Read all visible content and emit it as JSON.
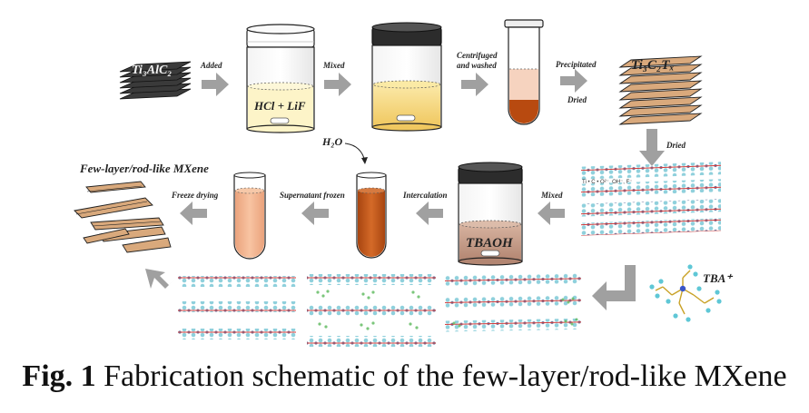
{
  "labels": {
    "ti3alc2": "Ti₃AlC₂",
    "hcl_lif": "HCl + LiF",
    "ti3c2tx": "Ti₃C₂Tₓ",
    "tbaoh": "TBAOH",
    "tba": "TBA⁺",
    "water": "H₂O",
    "product": "Few-layer/rod-like MXene",
    "legend": "Ti • C • O²⁻, OH⁻, F⁻"
  },
  "steps": {
    "added": "Added",
    "mixed": "Mixed",
    "centrifuged_1": "Centrifuged",
    "centrifuged_2": "and washed",
    "precipitated": "Precipitated",
    "dried_1": "Dried",
    "dried_2": "Dried",
    "mixed_2": "Mixed",
    "intercalation": "Intercalation",
    "supernatant": "Supernatant frozen",
    "freeze": "Freeze drying"
  },
  "caption": {
    "prefix": "Fig. 1",
    "text": " Fabrication schematic of the few-layer/rod-like MXene"
  },
  "colors": {
    "arrow": "#a0a0a0",
    "layer_dark": "#333333",
    "layer_tan": "#d9a97c",
    "liquid_pale": "#fdf4c8",
    "liquid_yellow": "#f7dd8a",
    "liquid_brown": "#c45a1a",
    "liquid_peach": "#f3b591",
    "tbaoh_liquid": "#c59f8a"
  }
}
